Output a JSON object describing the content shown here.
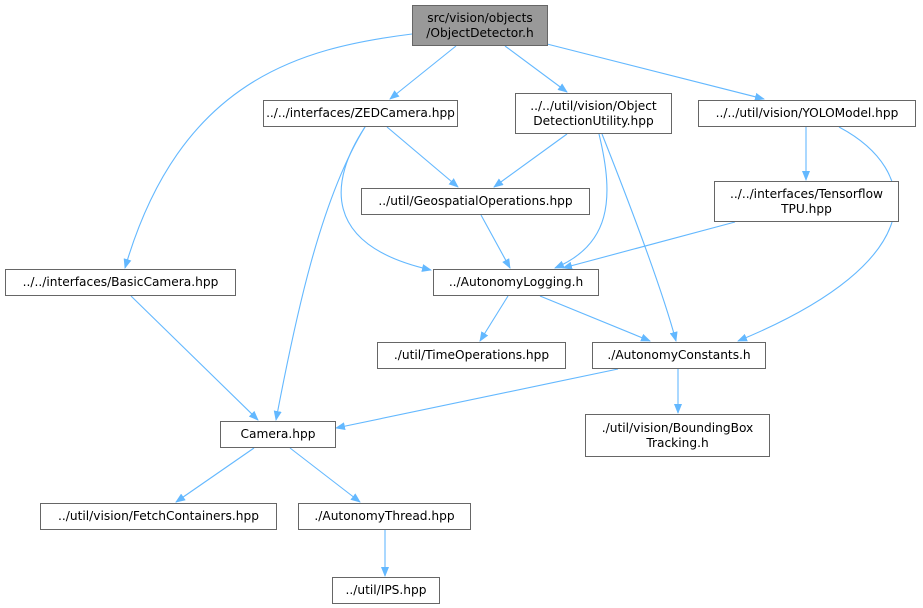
{
  "graph": {
    "edge_color": "#63b8ff",
    "root_fill": "#999999",
    "nodes": {
      "root": "src/vision/objects\n/ObjectDetector.h",
      "zed": "../../interfaces/ZEDCamera.hpp",
      "odu": "../../util/vision/Object\nDetectionUtility.hpp",
      "yolo": "../../util/vision/YOLOModel.hpp",
      "basic": "../../interfaces/BasicCamera.hpp",
      "geo": "../util/GeospatialOperations.hpp",
      "tpu": "../../interfaces/Tensorflow\nTPU.hpp",
      "log": "../AutonomyLogging.h",
      "time": "./util/TimeOperations.hpp",
      "const": "./AutonomyConstants.h",
      "camera": "Camera.hpp",
      "bbox": "./util/vision/BoundingBox\nTracking.h",
      "fetch": "../util/vision/FetchContainers.hpp",
      "thread": "./AutonomyThread.hpp",
      "ips": "../util/IPS.hpp"
    }
  }
}
